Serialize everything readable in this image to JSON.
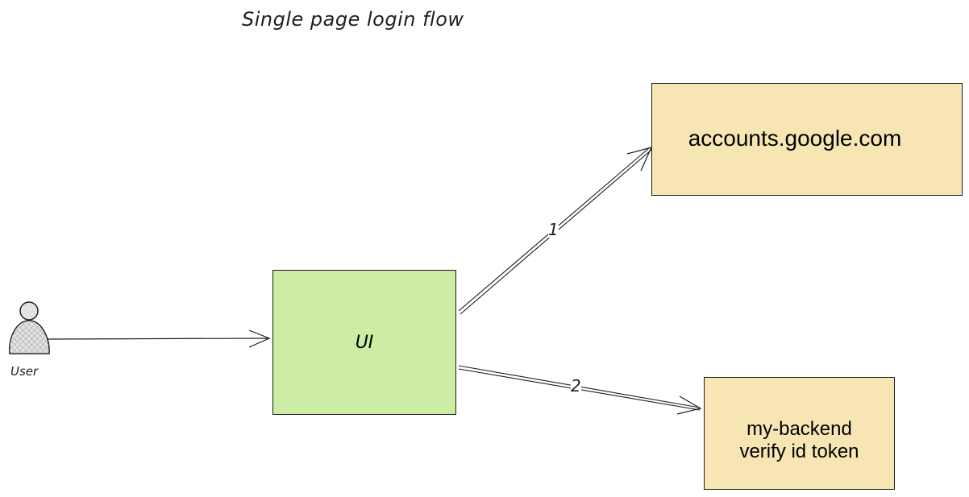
{
  "title": "Single page login flow",
  "colors": {
    "ui_box_fill": "#cdeca4",
    "service_box_fill": "#f7e6b4",
    "stroke": "#1e1e1e",
    "actor_fill": "#e3e3e3"
  },
  "actor": {
    "label": "User",
    "icon": "person-icon"
  },
  "nodes": {
    "ui": {
      "label": "UI"
    },
    "google": {
      "label": "accounts.google.com"
    },
    "backend": {
      "line1": "my-backend",
      "line2": "verify id token"
    }
  },
  "edges": [
    {
      "from": "User",
      "to": "UI",
      "label": ""
    },
    {
      "from": "UI",
      "to": "accounts.google.com",
      "label": "1"
    },
    {
      "from": "UI",
      "to": "my-backend",
      "label": "2"
    }
  ]
}
